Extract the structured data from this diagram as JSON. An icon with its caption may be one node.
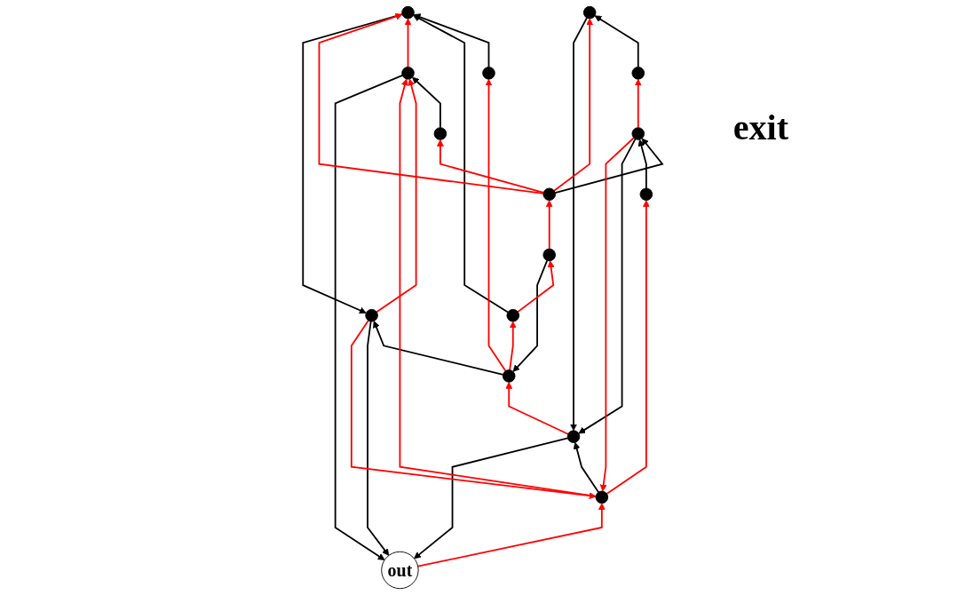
{
  "diagram": {
    "nodes": [
      {
        "text": [
          "out"
        ]
      },
      {
        "text": [],
        "shape": "circle"
      },
      {
        "text": [],
        "shape": "circle"
      },
      {
        "text": [],
        "shape": "circle"
      },
      {
        "text": [],
        "shape": "circle"
      },
      {
        "text": [],
        "shape": "circle"
      },
      {
        "text": [],
        "shape": "circle"
      },
      {
        "text": [],
        "shape": "circle"
      },
      {
        "text": [],
        "shape": "circle"
      },
      {
        "text": [],
        "shape": "circle"
      },
      {
        "text": [],
        "shape": "circle"
      },
      {
        "text": [],
        "shape": "circle"
      },
      {
        "text": [],
        "shape": "circle"
      },
      {
        "text": [],
        "shape": "circle"
      },
      {
        "text": [],
        "shape": "circle"
      },
      {
        "text": [],
        "shape": "circle"
      }
    ],
    "edges": [
      {
        "from": 1,
        "to": 0,
        "arrow": "to",
        "color": "#000000"
      },
      {
        "from": 2,
        "to": 0,
        "arrow": "to",
        "color": "#000000"
      },
      {
        "from": 3,
        "to": 0,
        "arrow": "to",
        "color": "#000000"
      },
      {
        "from": 4,
        "to": 1,
        "arrow": "to",
        "color": "#000000"
      },
      {
        "from": 5,
        "to": 1,
        "arrow": "to",
        "color": "#000000"
      },
      {
        "from": 6,
        "to": 2,
        "arrow": "to",
        "color": "#000000"
      },
      {
        "from": 7,
        "to": 3,
        "arrow": "to",
        "color": "#000000"
      },
      {
        "from": 8,
        "to": 3,
        "arrow": "to",
        "color": "#000000"
      },
      {
        "from": 9,
        "to": 3,
        "arrow": "to",
        "color": "#000000"
      },
      {
        "from": 10,
        "to": 4,
        "arrow": "to",
        "color": "#000000"
      },
      {
        "from": 11,
        "to": 4,
        "arrow": "to",
        "color": "#000000"
      },
      {
        "from": 12,
        "to": 5,
        "arrow": "to",
        "color": "#000000"
      },
      {
        "from": 13,
        "to": 8,
        "arrow": "to",
        "color": "#000000"
      },
      {
        "from": 14,
        "to": 8,
        "arrow": "to",
        "color": "#000000"
      },
      {
        "from": 15,
        "to": 9,
        "arrow": "to",
        "color": "#000000"
      },
      {
        "from": 1,
        "to": 2,
        "arrow": "to"
      },
      {
        "from": 0,
        "to": 7,
        "arrow": "to"
      },
      {
        "from": 1,
        "to": 7,
        "arrow": "to"
      },
      {
        "from": 2,
        "to": 4,
        "arrow": "to"
      },
      {
        "from": 3,
        "to": 5,
        "arrow": "to"
      },
      {
        "from": 7,
        "to": 2,
        "arrow": "to"
      },
      {
        "from": 8,
        "to": 7,
        "arrow": "to"
      },
      {
        "from": 13,
        "to": 4,
        "arrow": "to"
      },
      {
        "from": 5,
        "to": 10,
        "arrow": "to"
      },
      {
        "from": 5,
        "to": 11,
        "arrow": "to"
      },
      {
        "from": 11,
        "to": 12,
        "arrow": "to"
      },
      {
        "from": 12,
        "to": 13,
        "arrow": "to"
      },
      {
        "from": 13,
        "to": 6,
        "arrow": "to"
      },
      {
        "from": 13,
        "to": 9,
        "arrow": "to"
      },
      {
        "from": 7,
        "to": 14,
        "arrow": "to"
      },
      {
        "from": 8,
        "to": 15,
        "arrow": "to"
      }
    ],
    "labels": [
      "exit"
    ]
  }
}
